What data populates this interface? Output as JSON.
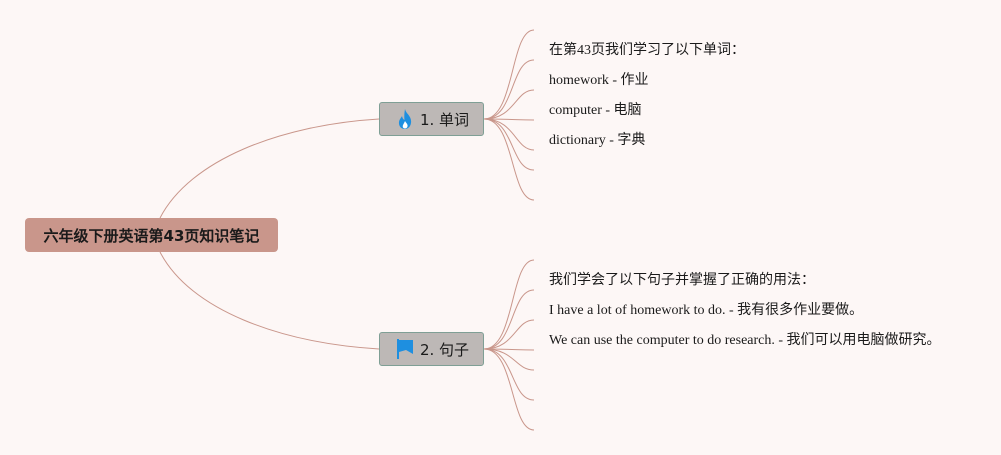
{
  "root": {
    "label": "六年级下册英语第43页知识笔记"
  },
  "branches": [
    {
      "label": "1. 单词",
      "icon": "fire-icon",
      "items": [
        "在第43页我们学习了以下单词：",
        "homework - 作业",
        "computer - 电脑",
        "dictionary - 字典"
      ]
    },
    {
      "label": "2. 句子",
      "icon": "flag-icon",
      "items": [
        "我们学会了以下句子并掌握了正确的用法：",
        "I have a lot of homework to do. - 我有很多作业要做。",
        "We can use the computer to do research. - 我们可以用电脑做研究。"
      ]
    }
  ],
  "colors": {
    "background": "#fdf7f6",
    "root_fill": "#c9968b",
    "branch_fill": "#bdb8b6",
    "branch_border": "#7f9f95",
    "connector": "#c9968b",
    "fire_icon": "#1e8fe0",
    "flag_icon": "#1e8fe0"
  }
}
